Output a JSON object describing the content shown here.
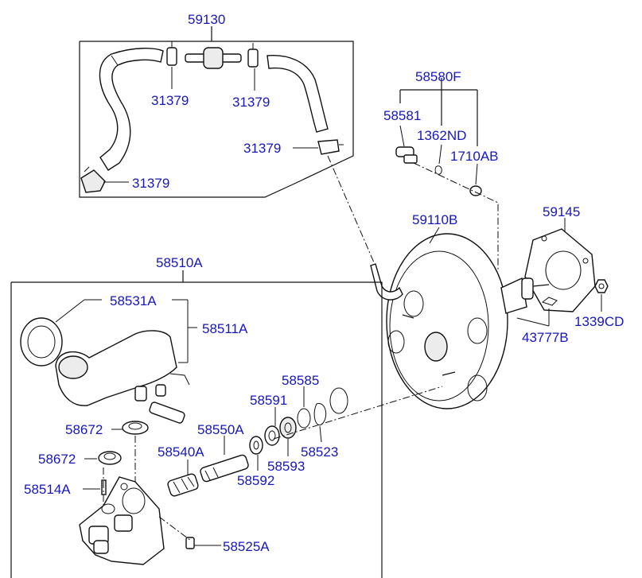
{
  "labels": {
    "p59130": "59130",
    "p31379_a": "31379",
    "p31379_b": "31379",
    "p31379_c": "31379",
    "p31379_d": "31379",
    "p58580F": "58580F",
    "p58581": "58581",
    "p1362ND": "1362ND",
    "p1710AB": "1710AB",
    "p59110B": "59110B",
    "p59145": "59145",
    "p1339CD": "1339CD",
    "p43777B": "43777B",
    "p58510A": "58510A",
    "p58531A": "58531A",
    "p58511A": "58511A",
    "p58585": "58585",
    "p58591": "58591",
    "p58672_a": "58672",
    "p58550A": "58550A",
    "p58523": "58523",
    "p58672_b": "58672",
    "p58540A": "58540A",
    "p58593": "58593",
    "p58514A": "58514A",
    "p58592": "58592",
    "p58525A": "58525A"
  },
  "colors": {
    "label": "#1818b8",
    "line": "#111111",
    "background": "#ffffff"
  }
}
